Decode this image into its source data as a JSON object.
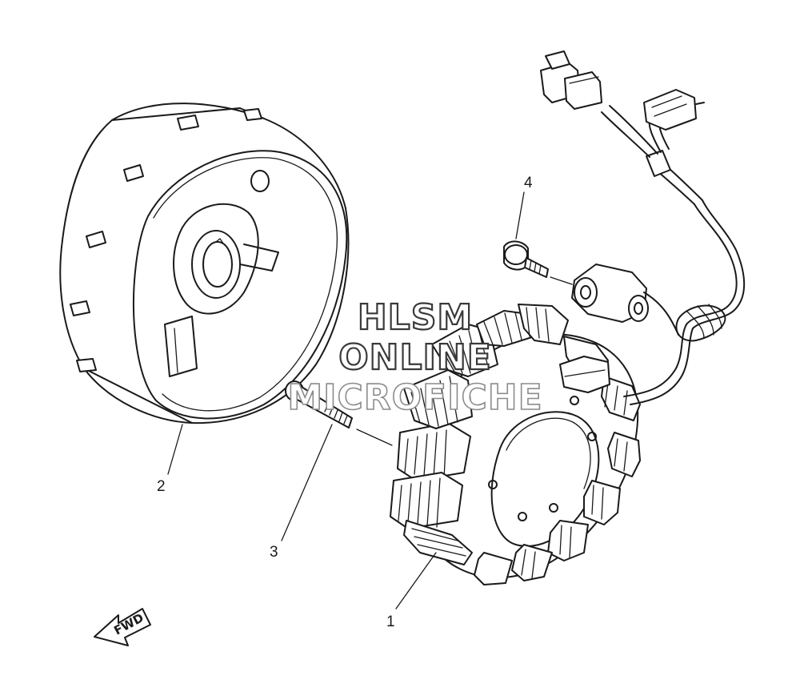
{
  "callouts": [
    {
      "label": "1",
      "part": "stator-assembly"
    },
    {
      "label": "2",
      "part": "rotor-flywheel"
    },
    {
      "label": "3",
      "part": "stator-bolt"
    },
    {
      "label": "4",
      "part": "clamp-screw"
    }
  ],
  "direction_marker": {
    "label": "FWD"
  },
  "watermark": {
    "lines": [
      "HLSM",
      "ONLINE",
      "MICROFICHE"
    ]
  },
  "colors": {
    "line": "#1a1a1a",
    "background": "#ffffff"
  }
}
